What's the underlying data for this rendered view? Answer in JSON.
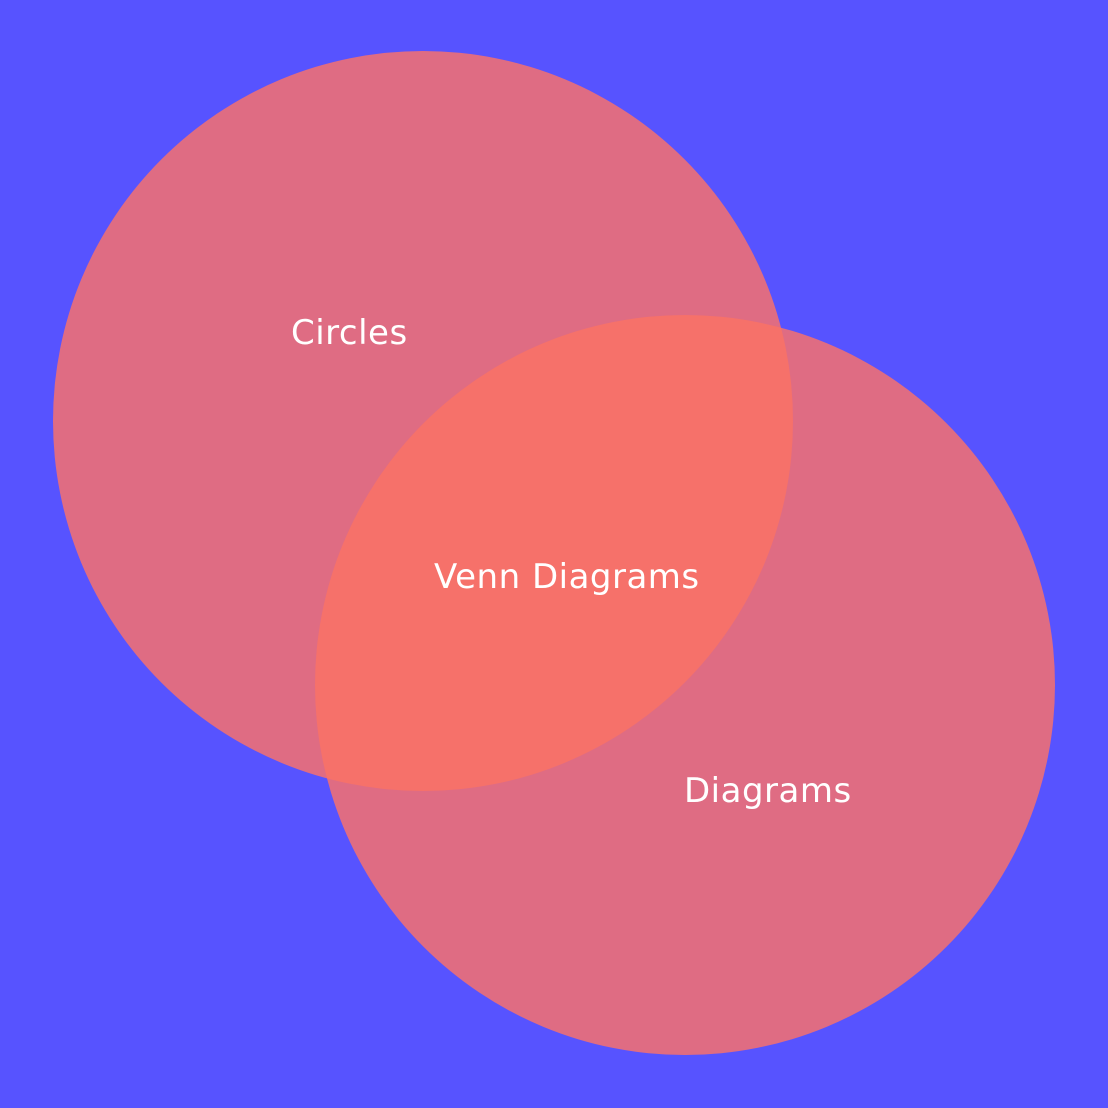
{
  "colors": {
    "background": "#5753FF",
    "circle_fill": "#DF6C83",
    "intersection_fill": "#F6716A",
    "label_color": "#FFFFFF"
  },
  "sets": [
    {
      "label": "Circles"
    },
    {
      "label": "Diagrams"
    }
  ],
  "intersection": {
    "label": "Venn Diagrams"
  }
}
